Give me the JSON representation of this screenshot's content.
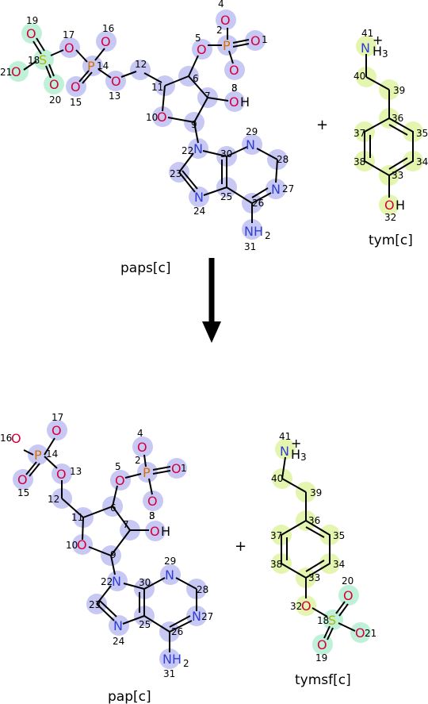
{
  "reaction": {
    "reactants": [
      {
        "id": "paps",
        "label": "paps[c]"
      },
      {
        "id": "tym",
        "label": "tym[c]"
      }
    ],
    "products": [
      {
        "id": "pap",
        "label": "pap[c]"
      },
      {
        "id": "tymsf",
        "label": "tymsf[c]"
      }
    ],
    "plus_symbol": "+",
    "arrow_direction": "down"
  },
  "colors": {
    "oxygen": "#d4003c",
    "nitrogen": "#2f3fd6",
    "phosphorus": "#d96f00",
    "sulfur": "#b5b500",
    "highlight_adenosine": "#c8c8f4",
    "highlight_sulfate": "#bff1d9",
    "highlight_tyramine": "#e3f5ae"
  }
}
